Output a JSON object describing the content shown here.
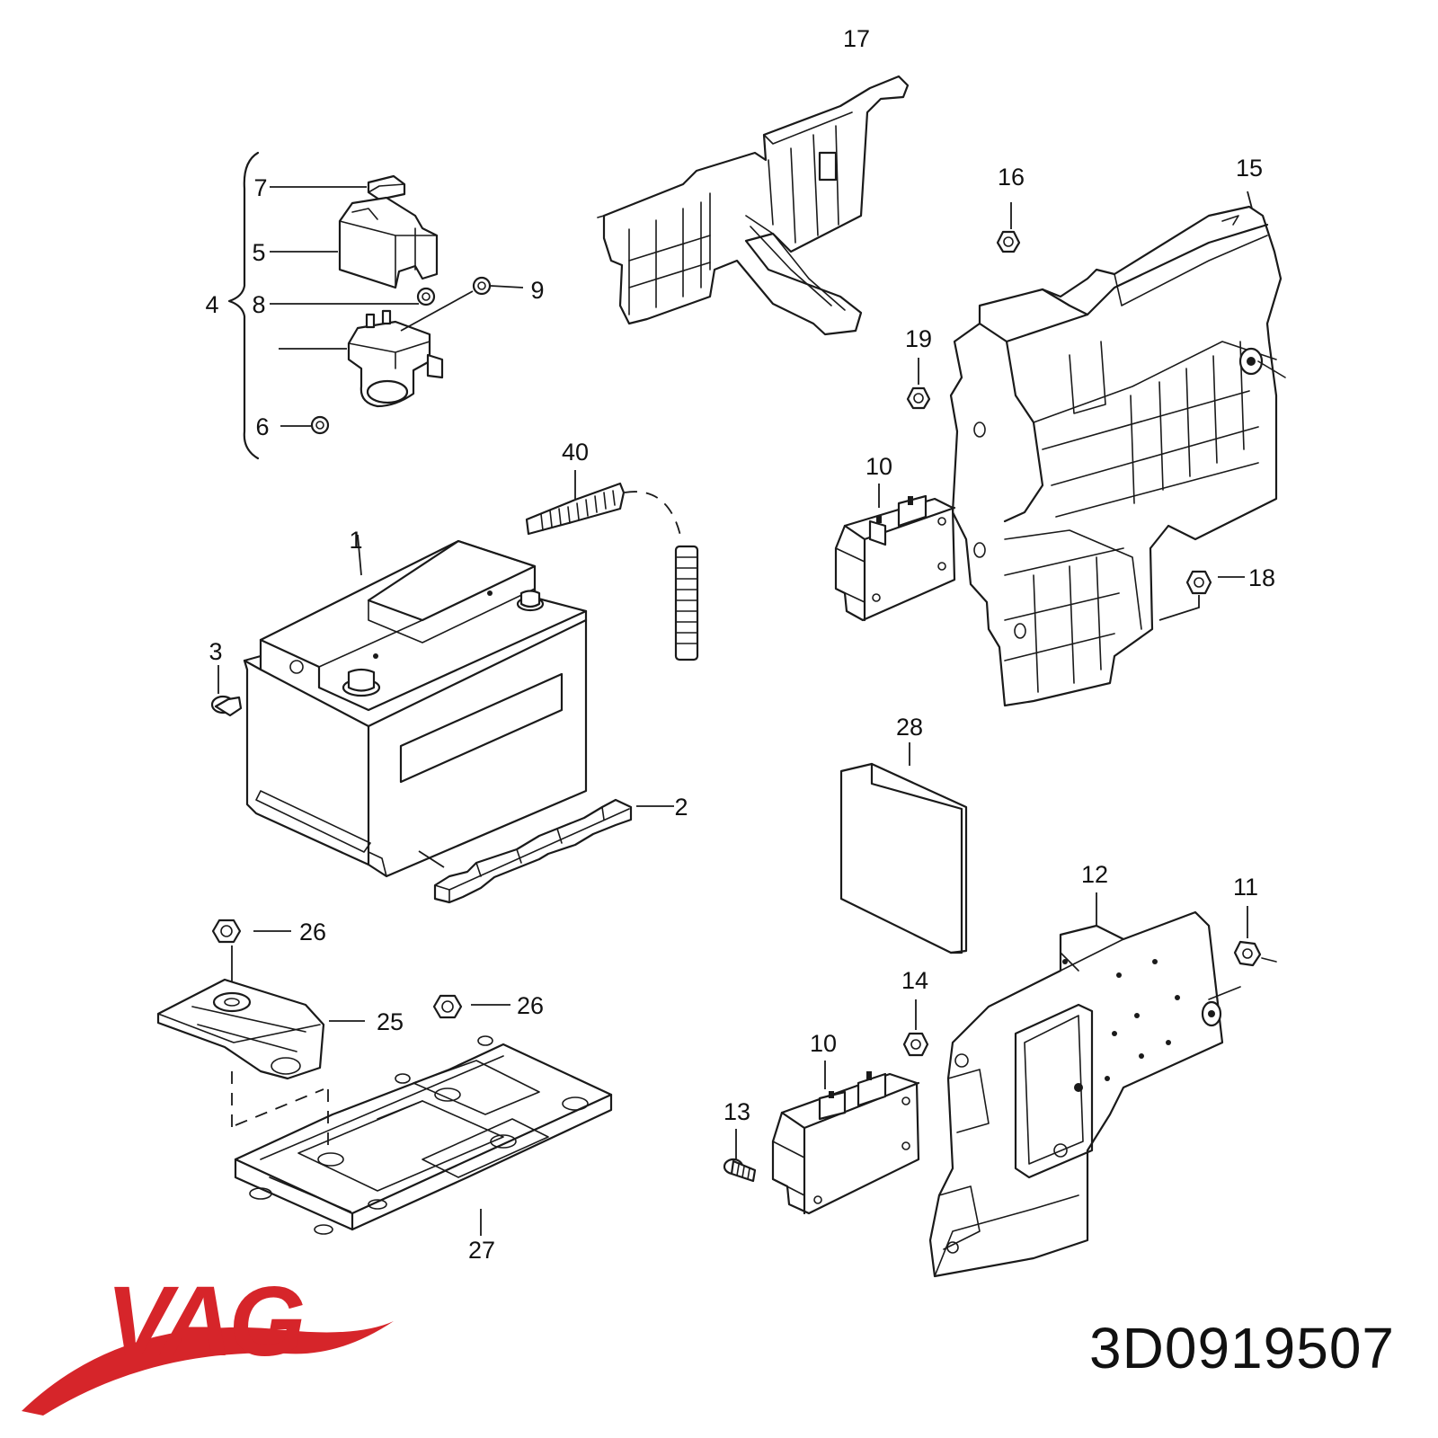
{
  "callouts": [
    {
      "id": "c17",
      "text": "17"
    },
    {
      "id": "c16",
      "text": "16"
    },
    {
      "id": "c15",
      "text": "15"
    },
    {
      "id": "c7",
      "text": "7"
    },
    {
      "id": "c5",
      "text": "5"
    },
    {
      "id": "c4",
      "text": "4"
    },
    {
      "id": "c8",
      "text": "8"
    },
    {
      "id": "c9",
      "text": "9"
    },
    {
      "id": "c6",
      "text": "6"
    },
    {
      "id": "c19",
      "text": "19"
    },
    {
      "id": "c40",
      "text": "40"
    },
    {
      "id": "c10a",
      "text": "10"
    },
    {
      "id": "c18",
      "text": "18"
    },
    {
      "id": "c1",
      "text": "1"
    },
    {
      "id": "c3",
      "text": "3"
    },
    {
      "id": "c28",
      "text": "28"
    },
    {
      "id": "c2",
      "text": "2"
    },
    {
      "id": "c26a",
      "text": "26"
    },
    {
      "id": "c12",
      "text": "12"
    },
    {
      "id": "c11",
      "text": "11"
    },
    {
      "id": "c26b",
      "text": "26"
    },
    {
      "id": "c25",
      "text": "25"
    },
    {
      "id": "c14",
      "text": "14"
    },
    {
      "id": "c10b",
      "text": "10"
    },
    {
      "id": "c13",
      "text": "13"
    },
    {
      "id": "c27",
      "text": "27"
    }
  ],
  "brand": {
    "logo_text": "VAG",
    "logo_color": "#d6252a"
  },
  "part_number": "3D0919507"
}
